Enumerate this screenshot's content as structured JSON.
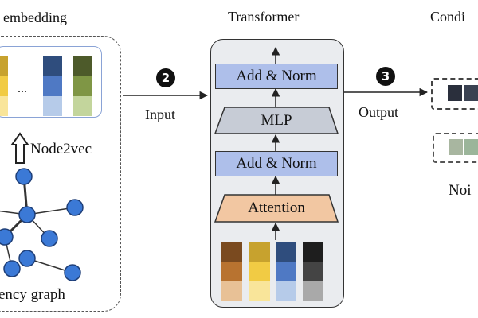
{
  "left": {
    "title": "embedding",
    "ellipsis": "...",
    "method_label": "Node2vec",
    "graph_label": "ency graph"
  },
  "middle": {
    "title": "Transformer",
    "layers": {
      "add_norm_top": "Add & Norm",
      "mlp": "MLP",
      "add_norm_bottom": "Add & Norm",
      "attention": "Attention"
    }
  },
  "right": {
    "title": "Condi",
    "noise_label": "Noi"
  },
  "connectors": {
    "input_label": "Input",
    "input_badge": "2",
    "output_label": "Output",
    "output_badge": "3"
  },
  "colors": {
    "brown": [
      "#7a4a1f",
      "#b87330",
      "#e8c196"
    ],
    "yellow": [
      "#c7a22e",
      "#f1cb44",
      "#f9e59a"
    ],
    "blue": [
      "#2f4d7d",
      "#4f79c4",
      "#b6cbe9"
    ],
    "green": [
      "#4d5a2a",
      "#7f9645",
      "#c3d59c"
    ],
    "gray": [
      "#222222",
      "#444444",
      "#a9a9a9"
    ],
    "layer_blue": "#aebfea",
    "layer_gray": "#c7ccd6",
    "layer_orange": "#f2c7a2",
    "graph_node": "#3b79d6"
  }
}
